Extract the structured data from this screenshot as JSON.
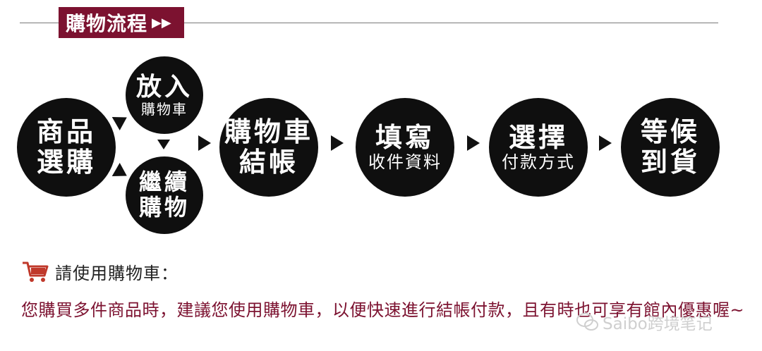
{
  "header": {
    "title": "購物流程",
    "arrows": "▶▶"
  },
  "steps": {
    "select_product": [
      "商品",
      "選購"
    ],
    "add_to_cart": {
      "big": "放入",
      "small": "購物車"
    },
    "continue_shopping": [
      "繼續",
      "購物"
    ],
    "cart_checkout": [
      "購物車",
      "結帳"
    ],
    "fill_info": {
      "big": "填寫",
      "small": "收件資料"
    },
    "choose_payment": {
      "big": "選擇",
      "small": "付款方式"
    },
    "await_delivery": [
      "等候",
      "到貨"
    ]
  },
  "cart_section": {
    "title": "請使用購物車：",
    "notice": "您購買多件商品時，建議您使用購物車，以便快速進行結帳付款，且有時也可享有館內優惠喔~"
  },
  "watermark": {
    "text": "Saibo跨境笔记"
  },
  "colors": {
    "accent": "#7c1230",
    "circle": "#0f0f0f",
    "cart_icon": "#c0392b"
  }
}
